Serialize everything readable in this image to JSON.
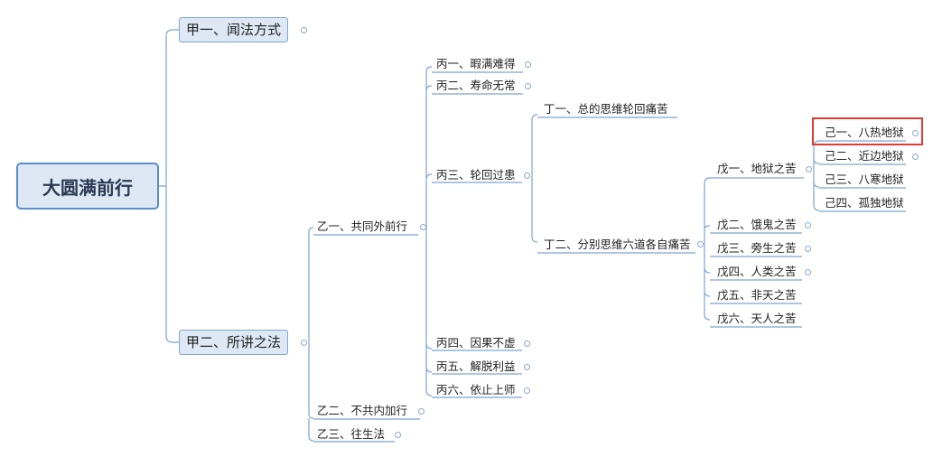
{
  "root": "大圆满前行",
  "jia": [
    "甲一、闻法方式",
    "甲二、所讲之法"
  ],
  "yi": [
    "乙一、共同外前行",
    "乙二、不共内加行",
    "乙三、往生法"
  ],
  "bing": [
    "丙一、暇满难得",
    "丙二、寿命无常",
    "丙三、轮回过患",
    "丙四、因果不虚",
    "丙五、解脱利益",
    "丙六、依止上师"
  ],
  "ding": [
    "丁一、总的思维轮回痛苦",
    "丁二、分别思维六道各自痛苦"
  ],
  "wu": [
    "戊一、地狱之苦",
    "戊二、饿鬼之苦",
    "戊三、旁生之苦",
    "戊四、人类之苦",
    "戊五、非天之苦",
    "戊六、天人之苦"
  ],
  "ji": [
    "己一、八热地狱",
    "己二、近边地狱",
    "己三、八寒地狱",
    "己四、孤独地狱"
  ],
  "selected": "己一、八热地狱",
  "colors": {
    "line": "#7ea4cf",
    "node_fill": "#dde8f4",
    "node_border": "#7fa7d3",
    "selection": "#e53935"
  }
}
